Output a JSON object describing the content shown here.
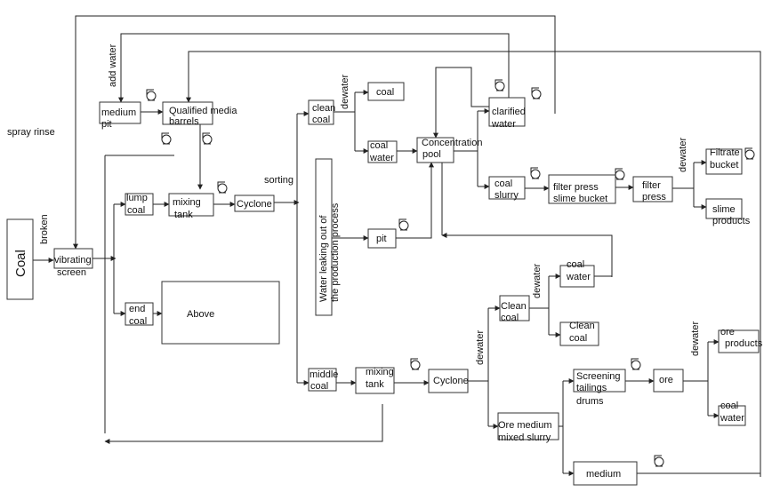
{
  "raw_material": "Coal",
  "step_labels": {
    "broken": "broken",
    "spray_rinse": "spray rinse",
    "add_water": "add water",
    "sorting": "sorting",
    "dewater": "dewater"
  },
  "units": {
    "vibrating_screen": [
      "vibrating",
      "screen"
    ],
    "medium_pit": [
      "medium",
      "pit"
    ],
    "qualified_media_barrels": [
      "Qualified media",
      "barrels"
    ],
    "lump_coal": [
      "lump",
      "coal"
    ],
    "mixing_tank_top": [
      "mixing",
      "tank"
    ],
    "cyclone_top": [
      "Cyclone"
    ],
    "end_coal": [
      "end",
      "coal"
    ],
    "above": [
      "Above"
    ],
    "water_leaking": [
      "Water leaking out of",
      "the production process"
    ],
    "clean_coal_top": [
      "clean",
      "coal"
    ],
    "coal_product": [
      "coal"
    ],
    "coal_water_top": [
      "coal",
      "water"
    ],
    "pit": [
      "pit"
    ],
    "concentration_pool": [
      "Concentration",
      "pool"
    ],
    "clarified_water": [
      "clarified",
      "water"
    ],
    "coal_slurry": [
      "coal",
      "slurry"
    ],
    "filter_press_slime_bucket": [
      "filter press",
      "slime bucket"
    ],
    "filter_press": [
      "filter",
      "press"
    ],
    "filtrate_bucket": [
      "Filtrate",
      "bucket"
    ],
    "slime_products": [
      "slime",
      "products"
    ],
    "middle_coal": [
      "middle",
      "coal"
    ],
    "mixing_tank_bottom": [
      "mixing",
      "tank"
    ],
    "cyclone_bottom": [
      "Cyclone"
    ],
    "clean_coal_mid": [
      "Clean",
      "coal"
    ],
    "coal_water_right": [
      "coal",
      "water"
    ],
    "clean_coal_product": [
      "Clean",
      "coal"
    ],
    "ore_medium_mixed_slurry": [
      "Ore medium",
      "mixed slurry"
    ],
    "screening_tailings_drums": [
      "Screening",
      "tailings",
      "drums"
    ],
    "ore": [
      "ore"
    ],
    "ore_products": [
      "ore",
      "products"
    ],
    "coal_water_bottom": [
      "coal",
      "water"
    ],
    "medium": [
      "medium"
    ]
  },
  "icons": {
    "pump": "pump-icon"
  }
}
